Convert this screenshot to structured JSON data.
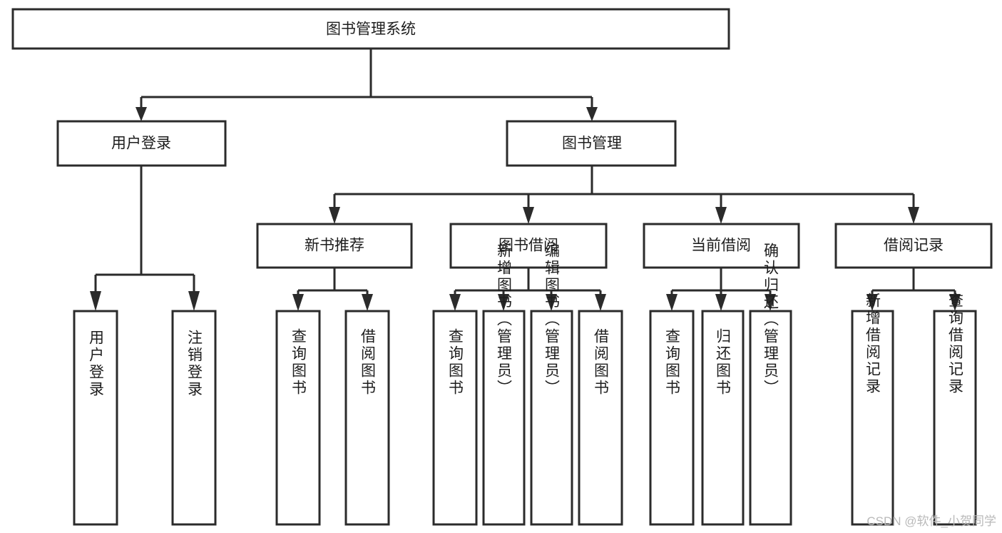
{
  "diagram": {
    "type": "tree-hierarchy-chart",
    "title": "图书管理系统",
    "orientation": "top-down",
    "colors": {
      "box_stroke": "#2b2b2b",
      "box_fill": "#ffffff",
      "connector": "#2b2b2b",
      "text": "#1d1d1d",
      "watermark": "#b9b9b9",
      "background": "#ffffff"
    },
    "root": {
      "id": "root",
      "label": "图书管理系统"
    },
    "level2": [
      {
        "id": "user-login",
        "label": "用户登录"
      },
      {
        "id": "book-management",
        "label": "图书管理"
      }
    ],
    "level3": [
      {
        "id": "new-book-recommend",
        "label": "新书推荐",
        "parent": "book-management"
      },
      {
        "id": "book-borrow",
        "label": "图书借阅",
        "parent": "book-management"
      },
      {
        "id": "current-borrow",
        "label": "当前借阅",
        "parent": "book-management"
      },
      {
        "id": "borrow-record",
        "label": "借阅记录",
        "parent": "book-management"
      }
    ],
    "leaves": {
      "user-login": [
        {
          "id": "leaf-user-login",
          "label": "用户登录"
        },
        {
          "id": "leaf-user-logout",
          "label": "注销登录"
        }
      ],
      "new-book-recommend": [
        {
          "id": "leaf-query-book-1",
          "label": "查询图书"
        },
        {
          "id": "leaf-borrow-book-1",
          "label": "借阅图书"
        }
      ],
      "book-borrow": [
        {
          "id": "leaf-query-book-2",
          "label": "查询图书"
        },
        {
          "id": "leaf-add-book",
          "label": "新增图书（管理员）"
        },
        {
          "id": "leaf-edit-book",
          "label": "编辑图书（管理员）"
        },
        {
          "id": "leaf-borrow-book-2",
          "label": "借阅图书"
        }
      ],
      "current-borrow": [
        {
          "id": "leaf-query-book-3",
          "label": "查询图书"
        },
        {
          "id": "leaf-return-book",
          "label": "归还图书"
        },
        {
          "id": "leaf-confirm-return",
          "label": "确认归还（管理员）"
        }
      ],
      "borrow-record": [
        {
          "id": "leaf-add-record",
          "label": "新增借阅记录"
        },
        {
          "id": "leaf-query-record",
          "label": "查询借阅记录"
        }
      ]
    }
  },
  "watermark": {
    "text": "CSDN @软件_小贺同学"
  }
}
